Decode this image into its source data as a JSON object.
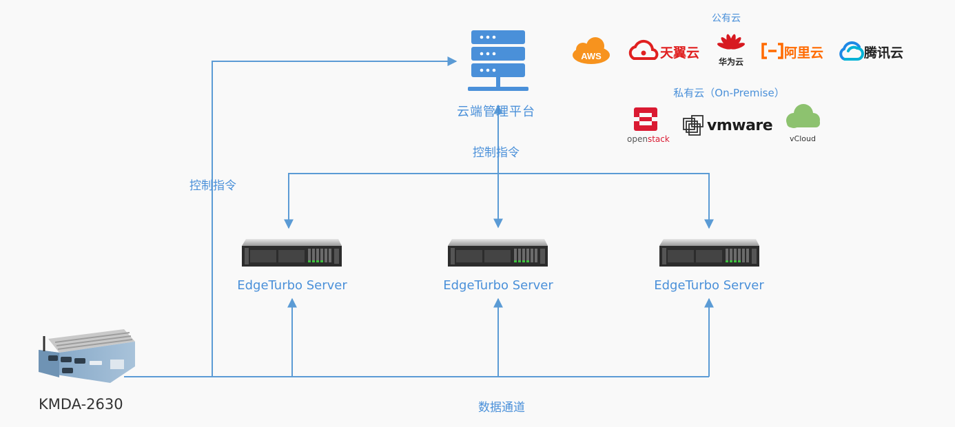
{
  "cloud_platform": {
    "label": "云端管理平台",
    "icon": "server-stack-icon"
  },
  "control_command_label": "控制指令",
  "control_command_label_left": "控制指令",
  "edge_servers": [
    {
      "label": "EdgeTurbo Server"
    },
    {
      "label": "EdgeTurbo Server"
    },
    {
      "label": "EdgeTurbo Server"
    }
  ],
  "data_channel_label": "数据通道",
  "device": {
    "label": "KMDA-2630"
  },
  "public_cloud": {
    "title": "公有云",
    "providers": [
      {
        "name": "AWS",
        "icon": "aws-cloud-icon",
        "color": "#f7931e"
      },
      {
        "name": "天翼云",
        "icon": "tianyi-cloud-icon",
        "color": "#e02020"
      },
      {
        "name": "华为云",
        "icon": "huawei-flower-icon",
        "color": "#d71920"
      },
      {
        "name": "阿里云",
        "icon": "aliyun-bracket-icon",
        "color": "#ff6a00"
      },
      {
        "name": "腾讯云",
        "icon": "tencent-cloud-icon",
        "color": "#1e88e5"
      }
    ]
  },
  "private_cloud": {
    "title": "私有云（On-Premise）",
    "providers": [
      {
        "name": "openstack",
        "name_prefix": "open",
        "name_suffix": "stack",
        "icon": "openstack-icon",
        "color": "#da1a32"
      },
      {
        "name": "vmware",
        "icon": "vmware-icon",
        "color": "#1d1d1d"
      },
      {
        "name": "vCloud",
        "icon": "vcloud-icon",
        "color": "#8dc26f"
      }
    ]
  },
  "colors": {
    "line": "#5b9bd5",
    "label": "#4a90d9"
  }
}
